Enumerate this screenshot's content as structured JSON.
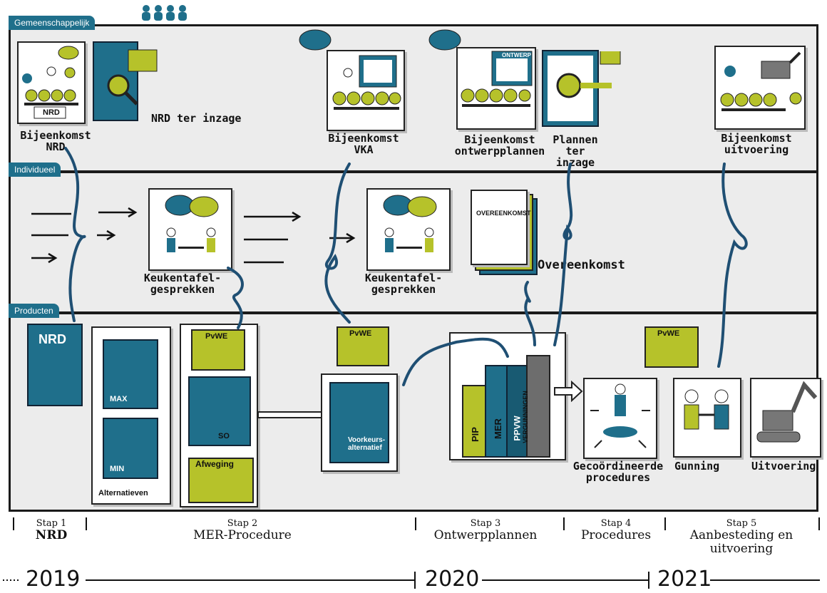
{
  "lanes": {
    "shared": "Gemeenschappelijk",
    "individual": "Individueel",
    "products": "Producten"
  },
  "shared_events": {
    "nrd_meeting": "Bijeenkomst\nNRD",
    "nrd_inspection": "NRD  ter inzage",
    "vka_meeting": "Bijeenkomst\nVKA",
    "design_meeting": "Bijeenkomst\nontwerpplannen",
    "plans_inspection": "Plannen\nter inzage",
    "execution_meeting": "Bijeenkomst\nuitvoering"
  },
  "individual_events": {
    "kitchen_talks_1": "Keukentafel-\ngesprekken",
    "kitchen_talks_2": "Keukentafel-\ngesprekken",
    "agreement": "Overeenkomst",
    "agreement_doc_title": "OVEREENKOMST"
  },
  "products": {
    "nrd_doc": "NRD",
    "alt_max": "MAX",
    "alt_min": "MIN",
    "alternatives": "Alternatieven",
    "pvwe": "PvWE",
    "so": "SO",
    "weighing": "Afweging",
    "preferred_alt": "Voorkeurs-\nalternatief",
    "book_pip": "PIP",
    "book_mer": "MER",
    "book_ppvw": "PPVW",
    "book_permits": "VERGUNNINGEN",
    "coordinated": "Gecoördineerde\nprocedures",
    "award": "Gunning",
    "execution": "Uitvoering",
    "meeting_sign": "NRD",
    "design_sign": "ONTWERP"
  },
  "stages": [
    {
      "step": "Stap 1",
      "name": "NRD"
    },
    {
      "step": "Stap 2",
      "name": "MER-Procedure"
    },
    {
      "step": "Stap 3",
      "name": "Ontwerpplannen"
    },
    {
      "step": "Stap 4",
      "name": "Procedures"
    },
    {
      "step": "Stap 5",
      "name": "Aanbesteding en\nuitvoering"
    }
  ],
  "timeline": {
    "y2019": "2019",
    "y2020": "2020",
    "y2021": "2021"
  },
  "colors": {
    "accent_blue": "#1f6f8b",
    "accent_green": "#b6c22a",
    "lane_bg": "#ececec"
  }
}
